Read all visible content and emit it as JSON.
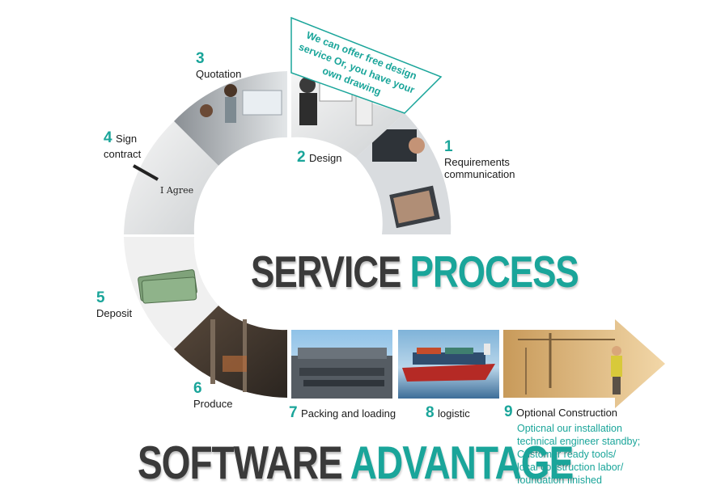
{
  "title": {
    "word1": "SERVICE",
    "word2": "PROCESS"
  },
  "footer": {
    "word1": "SOFTWARE",
    "word2": "ADVANTAGE"
  },
  "callout": {
    "text": "We can offer free design service Or, you have your own drawing"
  },
  "steps": [
    {
      "num": "1",
      "label": "Requirements communication"
    },
    {
      "num": "2",
      "label": "Design"
    },
    {
      "num": "3",
      "label": "Quotation"
    },
    {
      "num": "4",
      "label": "Sign contract"
    },
    {
      "num": "5",
      "label": "Deposit"
    },
    {
      "num": "6",
      "label": "Produce"
    },
    {
      "num": "7",
      "label": "Packing and loading"
    },
    {
      "num": "8",
      "label": "logistic"
    },
    {
      "num": "9",
      "label": "Optional Construction"
    }
  ],
  "step9_note": [
    "Opticnal our installation",
    "technical engineer standby;",
    "Customer ready tools/",
    "local construction labor/",
    "foundation finished"
  ],
  "sign_text": "I Agree",
  "colors": {
    "accent": "#1aa59a",
    "dark_text": "#3a3a3a"
  }
}
